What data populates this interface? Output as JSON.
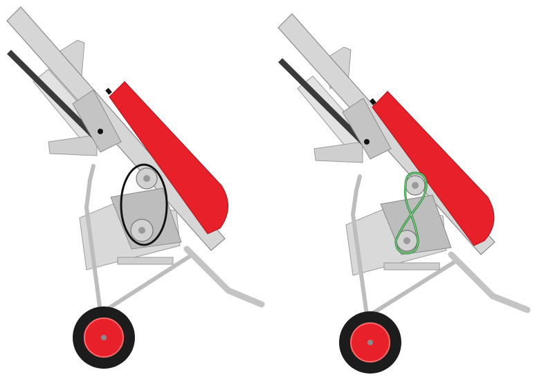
{
  "figure": {
    "panels": [
      {
        "id": "standard-belt",
        "belt_color": "#111111",
        "belt_routing": "open-loop"
      },
      {
        "id": "crossed-belt",
        "belt_color": "#2e8b3a",
        "belt_routing": "figure-eight"
      }
    ],
    "colors": {
      "housing_red": "#e8202a",
      "frame_gray": "#c9c9c9",
      "frame_light": "#dedede",
      "frame_mid": "#b8b8b8",
      "outline": "#8a8a8a",
      "tire": "#1c1c1c",
      "rim_red": "#e8202a"
    }
  }
}
